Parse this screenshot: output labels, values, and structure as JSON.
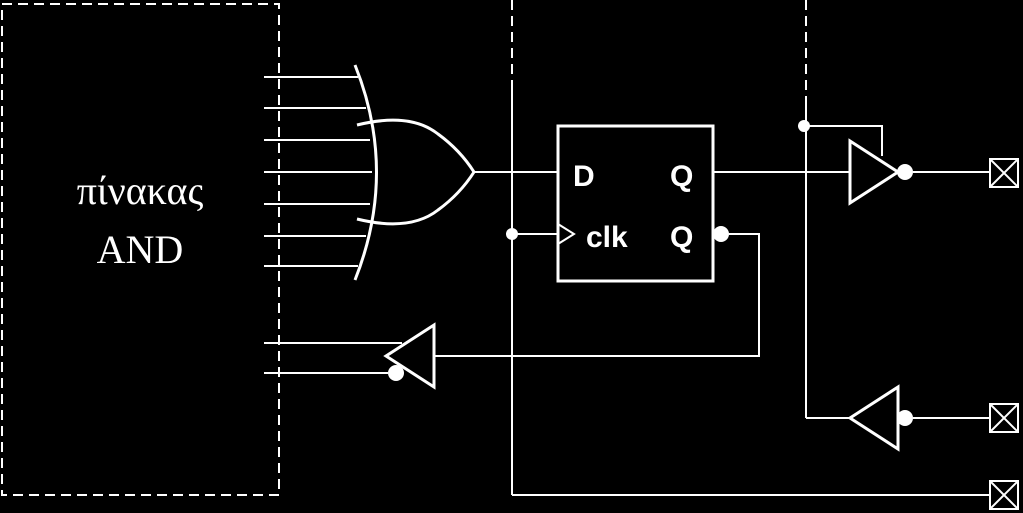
{
  "and_array": {
    "label_line1": "πίνακας",
    "label_line2": "AND"
  },
  "flip_flop": {
    "d_label": "D",
    "q_label": "Q",
    "clk_label": "clk",
    "qbar_label": "Q"
  },
  "colors": {
    "background": "#000000",
    "line": "#ffffff"
  }
}
